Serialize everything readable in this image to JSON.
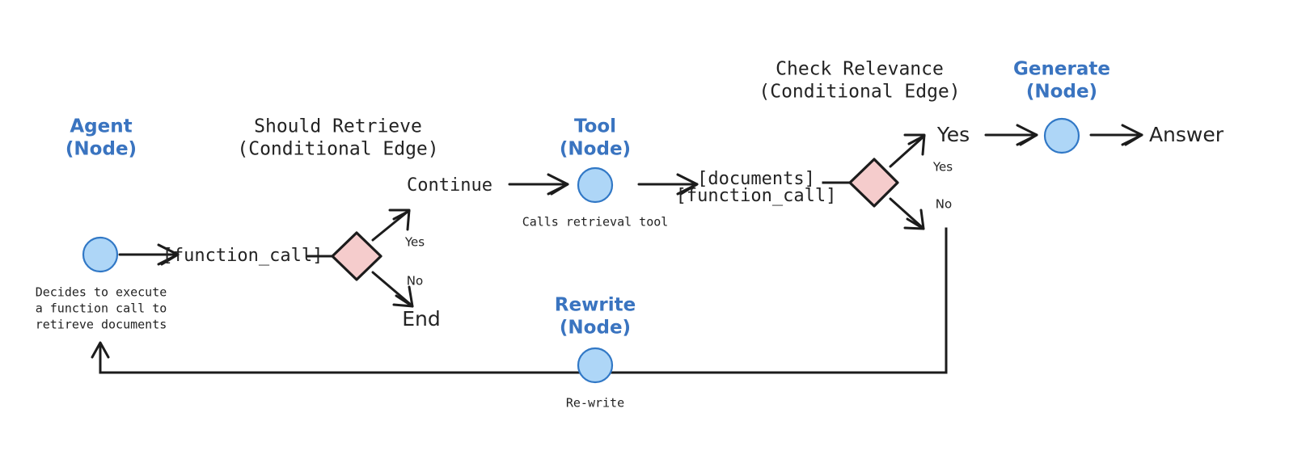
{
  "diagram": {
    "title_agent": "Agent",
    "title_agent_sub": "(Node)",
    "title_should_retrieve": "Should Retrieve",
    "title_should_retrieve_sub": "(Conditional Edge)",
    "title_tool": "Tool",
    "title_tool_sub": "(Node)",
    "title_check_relevance": "Check Relevance",
    "title_check_relevance_sub": "(Conditional Edge)",
    "title_generate": "Generate",
    "title_generate_sub": "(Node)",
    "title_rewrite": "Rewrite",
    "title_rewrite_sub": "(Node)",
    "caption_agent_1": "Decides to execute",
    "caption_agent_2": "a function call to",
    "caption_agent_3": "retireve documents",
    "caption_tool": "Calls retrieval tool",
    "caption_rewrite": "Re-write",
    "label_function_call": "[function_call]",
    "label_documents": "[documents]",
    "label_documents_function_call": "[function_call]",
    "label_continue": "Continue",
    "label_end": "End",
    "branch_yes_1": "Yes",
    "branch_no_1": "No",
    "branch_yes_2": "Yes",
    "branch_no_2": "No",
    "label_yes_big": "Yes",
    "label_answer": "Answer",
    "colors": {
      "node_fill": "#aed6f7",
      "node_stroke": "#3178c6",
      "decision_fill": "#f5cccc",
      "decision_stroke": "#1c1c1c",
      "node_title": "#3a74c0",
      "text": "#232323",
      "background": "#ffffff"
    }
  }
}
